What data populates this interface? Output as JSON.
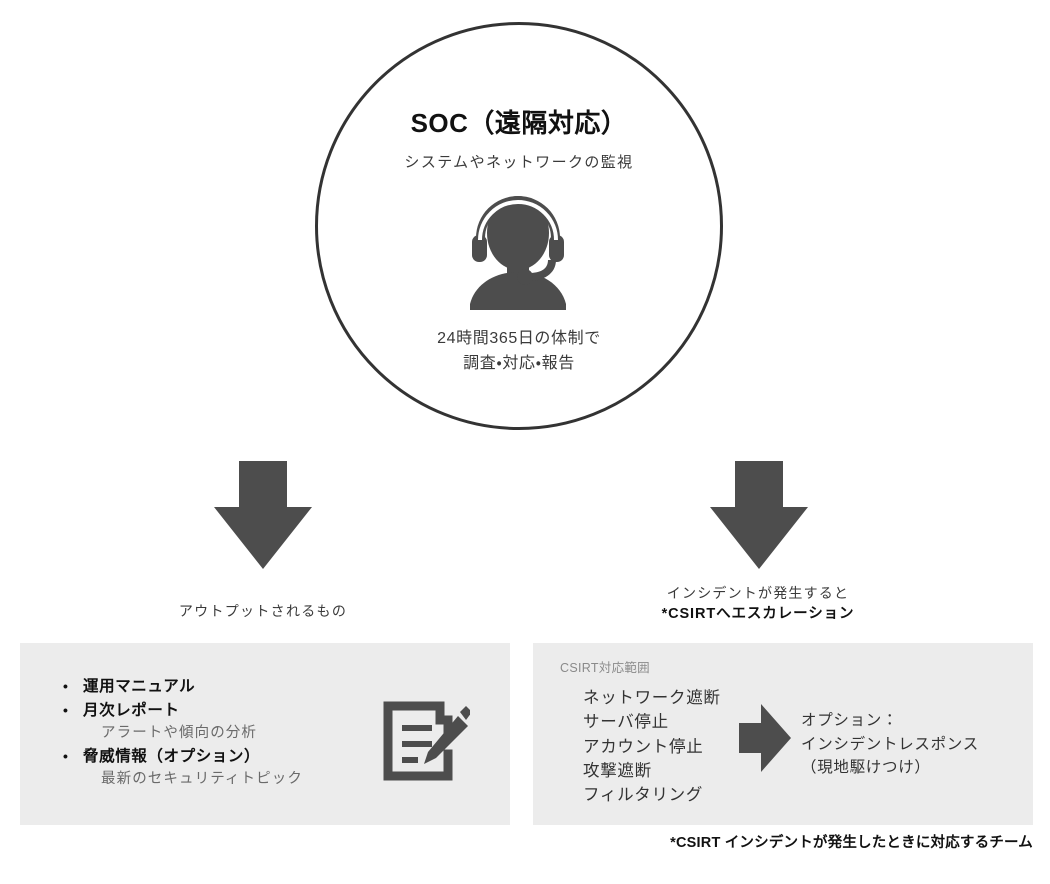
{
  "colors": {
    "background": "#ffffff",
    "circle_stroke": "#333333",
    "icon_dark": "#4d4d4d",
    "arrow_fill": "#4d4d4d",
    "panel_bg": "#ececec",
    "text_primary": "#111111",
    "text_secondary": "#3a3a3a",
    "text_muted": "#6a6a6a",
    "label_muted": "#8a8a8a"
  },
  "soc": {
    "title": "SOC（遠隔対応）",
    "subtitle": "システムやネットワークの監視",
    "operator_icon": "headset-operator-icon",
    "footer_line1": "24時間365日の体制で",
    "footer_line2": "調査・対応・報告"
  },
  "arrows": {
    "left": {
      "icon": "down-arrow-icon",
      "caption": "アウトプットされるもの"
    },
    "right": {
      "icon": "down-arrow-icon",
      "caption_line1": "インシデントが発生すると",
      "caption_line2": "*CSIRTへエスカレーション"
    }
  },
  "output_panel": {
    "icon": "document-pencil-icon",
    "items": [
      {
        "bullet": "•",
        "label": "運用マニュアル",
        "sub": ""
      },
      {
        "bullet": "•",
        "label": "月次レポート",
        "sub": "アラートや傾向の分析"
      },
      {
        "bullet": "•",
        "label": "脅威情報（オプション）",
        "sub": "最新のセキュリティトピック"
      }
    ]
  },
  "csirt_panel": {
    "scope_label": "CSIRT対応範囲",
    "scope_items": [
      "ネットワーク遮断",
      "サーバ停止",
      "アカウント停止",
      "攻撃遮断",
      "フィルタリング"
    ],
    "arrow_icon": "right-arrow-icon",
    "option_line1": "オプション：",
    "option_line2": "インシデントレスポンス",
    "option_line3": "（現地駆けつけ）"
  },
  "footnote": "*CSIRT インシデントが発生したときに対応するチーム"
}
